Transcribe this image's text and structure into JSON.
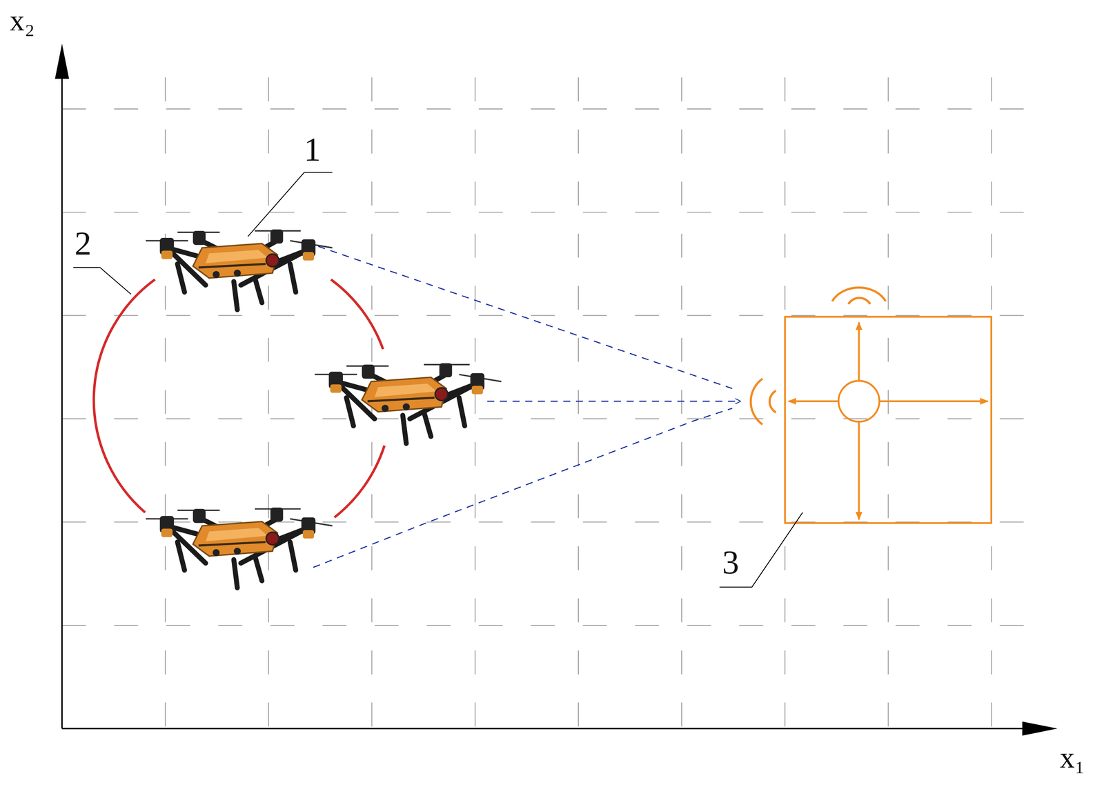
{
  "diagram": {
    "labels": [
      "x₂",
      "x₁",
      "1",
      "2",
      "3"
    ]
  }
}
